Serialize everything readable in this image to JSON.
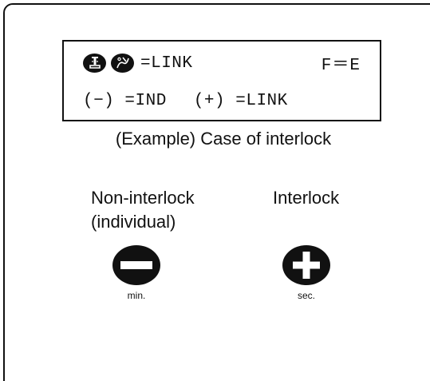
{
  "lcd": {
    "icons": [
      "presser-foot-icon",
      "thread-trimmer-icon"
    ],
    "link_label": "=LINK",
    "function_label": "F＝E",
    "minus_label": "(−) =IND",
    "plus_label": "(+) =LINK"
  },
  "caption": "(Example) Case of interlock",
  "labels": {
    "non_interlock": "Non-interlock",
    "individual": "(individual)",
    "interlock": "Interlock"
  },
  "keys": {
    "minus": {
      "icon": "minus-icon",
      "caption": "min."
    },
    "plus": {
      "icon": "plus-icon",
      "caption": "sec."
    }
  }
}
